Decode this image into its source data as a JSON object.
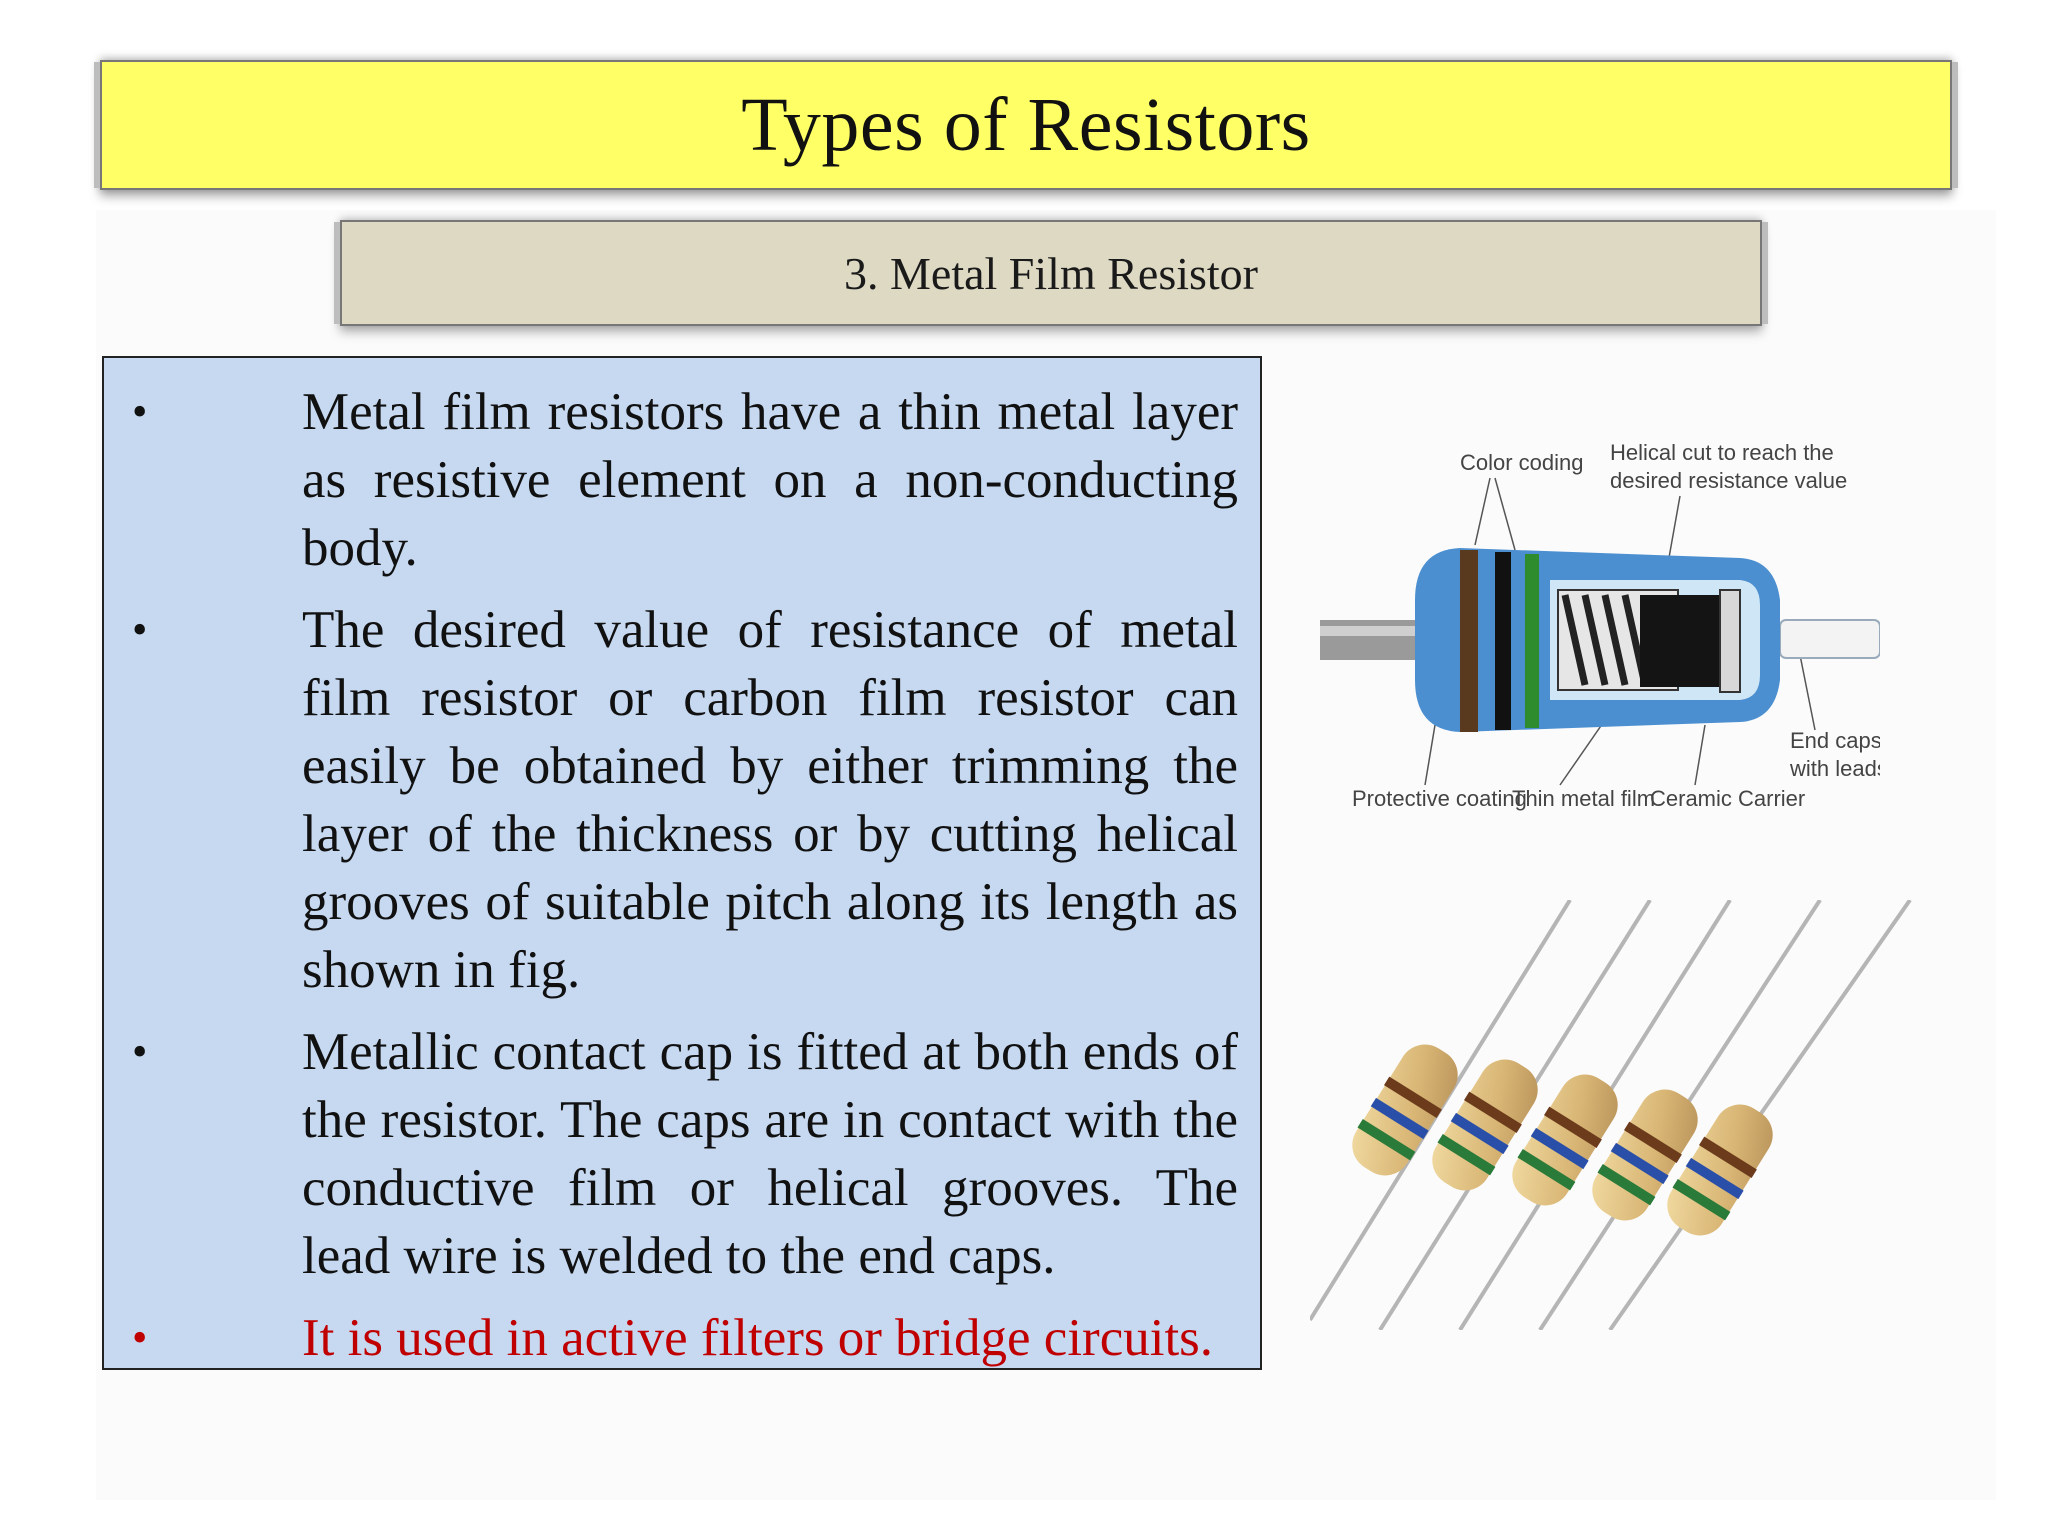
{
  "slide": {
    "title": "Types of Resistors",
    "subtitle": "3. Metal Film Resistor",
    "bullets": [
      {
        "text": "Metal film resistors have a thin metal layer as resistive element on a non-conducting body.",
        "color": "#111111"
      },
      {
        "text": "The desired value of resistance of metal film resistor or carbon film resistor can easily be obtained by either trimming the layer of the thickness or by cutting helical grooves of suitable pitch along its length as shown in fig.",
        "color": "#111111"
      },
      {
        "text": "Metallic contact cap is fitted at both ends of the resistor. The caps are in contact with the conductive film or helical grooves. The lead wire is welded to the end caps.",
        "color": "#111111"
      },
      {
        "text": "It is used in active filters or bridge circuits.",
        "color": "#c00000"
      }
    ],
    "bullet_glyph": "•"
  },
  "figure": {
    "labels": {
      "color_coding": "Color coding",
      "helical_cut_1": "Helical cut to reach the",
      "helical_cut_2": "desired resistance value",
      "protective_coating": "Protective coating",
      "thin_metal_film": "Thin metal film",
      "ceramic_carrier": "Ceramic Carrier",
      "end_caps_1": "End caps",
      "end_caps_2": "with leads"
    }
  },
  "colors": {
    "title_bg": "#ffff66",
    "subtitle_bg": "#ddd9c3",
    "text_box_bg": "#c6d9f1",
    "highlight_text": "#c00000"
  }
}
